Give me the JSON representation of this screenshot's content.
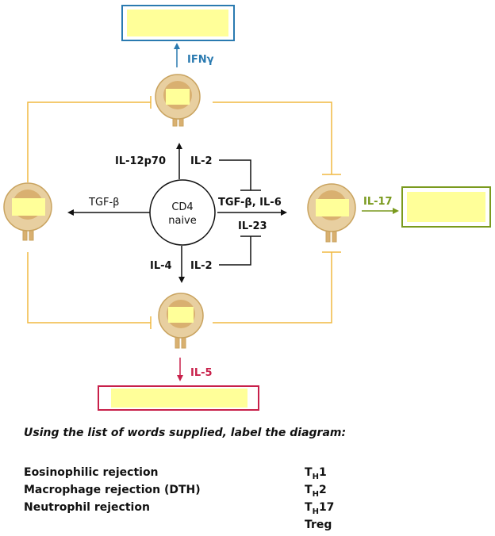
{
  "center_cell": {
    "line1": "CD4",
    "line2": "naive"
  },
  "labels": {
    "il12p70": "IL-12p70",
    "il2_top": "IL-2",
    "tgfb_left": "TGF-β",
    "tgfb_il6": "TGF-β, IL-6",
    "il23": "IL-23",
    "il4": "IL-4",
    "il2_bottom": "IL-2"
  },
  "outputs": {
    "ifng": "IFNγ",
    "il17": "IL-17",
    "il5": "IL-5"
  },
  "colors": {
    "cell_outer": "#e8cfa0",
    "cell_inner": "#d9b070",
    "cell_border": "#c9a35f",
    "frame_line": "#f0b840",
    "label_fill": "#ffff99",
    "ifng_blue": "#2a7ab0",
    "il17_green": "#7a9a1e",
    "il5_red": "#c8204a"
  },
  "instruction": "Using the list of words supplied, label the diagram:",
  "word_list_left": [
    "Eosinophilic rejection",
    "Macrophage rejection (DTH)",
    "Neutrophil rejection"
  ],
  "word_list_right": [
    {
      "main": "T",
      "sub": "H",
      "suffix": "1"
    },
    {
      "main": "T",
      "sub": "H",
      "suffix": "2"
    },
    {
      "main": "T",
      "sub": "H",
      "suffix": "17"
    },
    {
      "main": "Treg",
      "sub": "",
      "suffix": ""
    }
  ]
}
